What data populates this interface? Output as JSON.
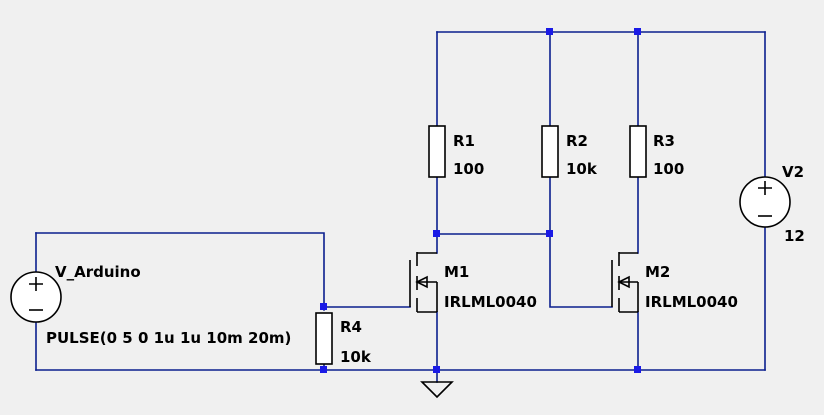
{
  "components": {
    "r1": {
      "name": "R1",
      "value": "100"
    },
    "r2": {
      "name": "R2",
      "value": "10k"
    },
    "r3": {
      "name": "R3",
      "value": "100"
    },
    "r4": {
      "name": "R4",
      "value": "10k"
    },
    "m1": {
      "name": "M1",
      "model": "IRLML0040"
    },
    "m2": {
      "name": "M2",
      "model": "IRLML0040"
    },
    "v2": {
      "name": "V2",
      "value": "12"
    },
    "v_arduino": {
      "name": "V_Arduino",
      "value": "PULSE(0 5 0 1u 1u 10m 20m)"
    }
  },
  "colors": {
    "wire": "#0b1f8e",
    "node": "#1a1ae6",
    "background": "#f0f0f0"
  }
}
